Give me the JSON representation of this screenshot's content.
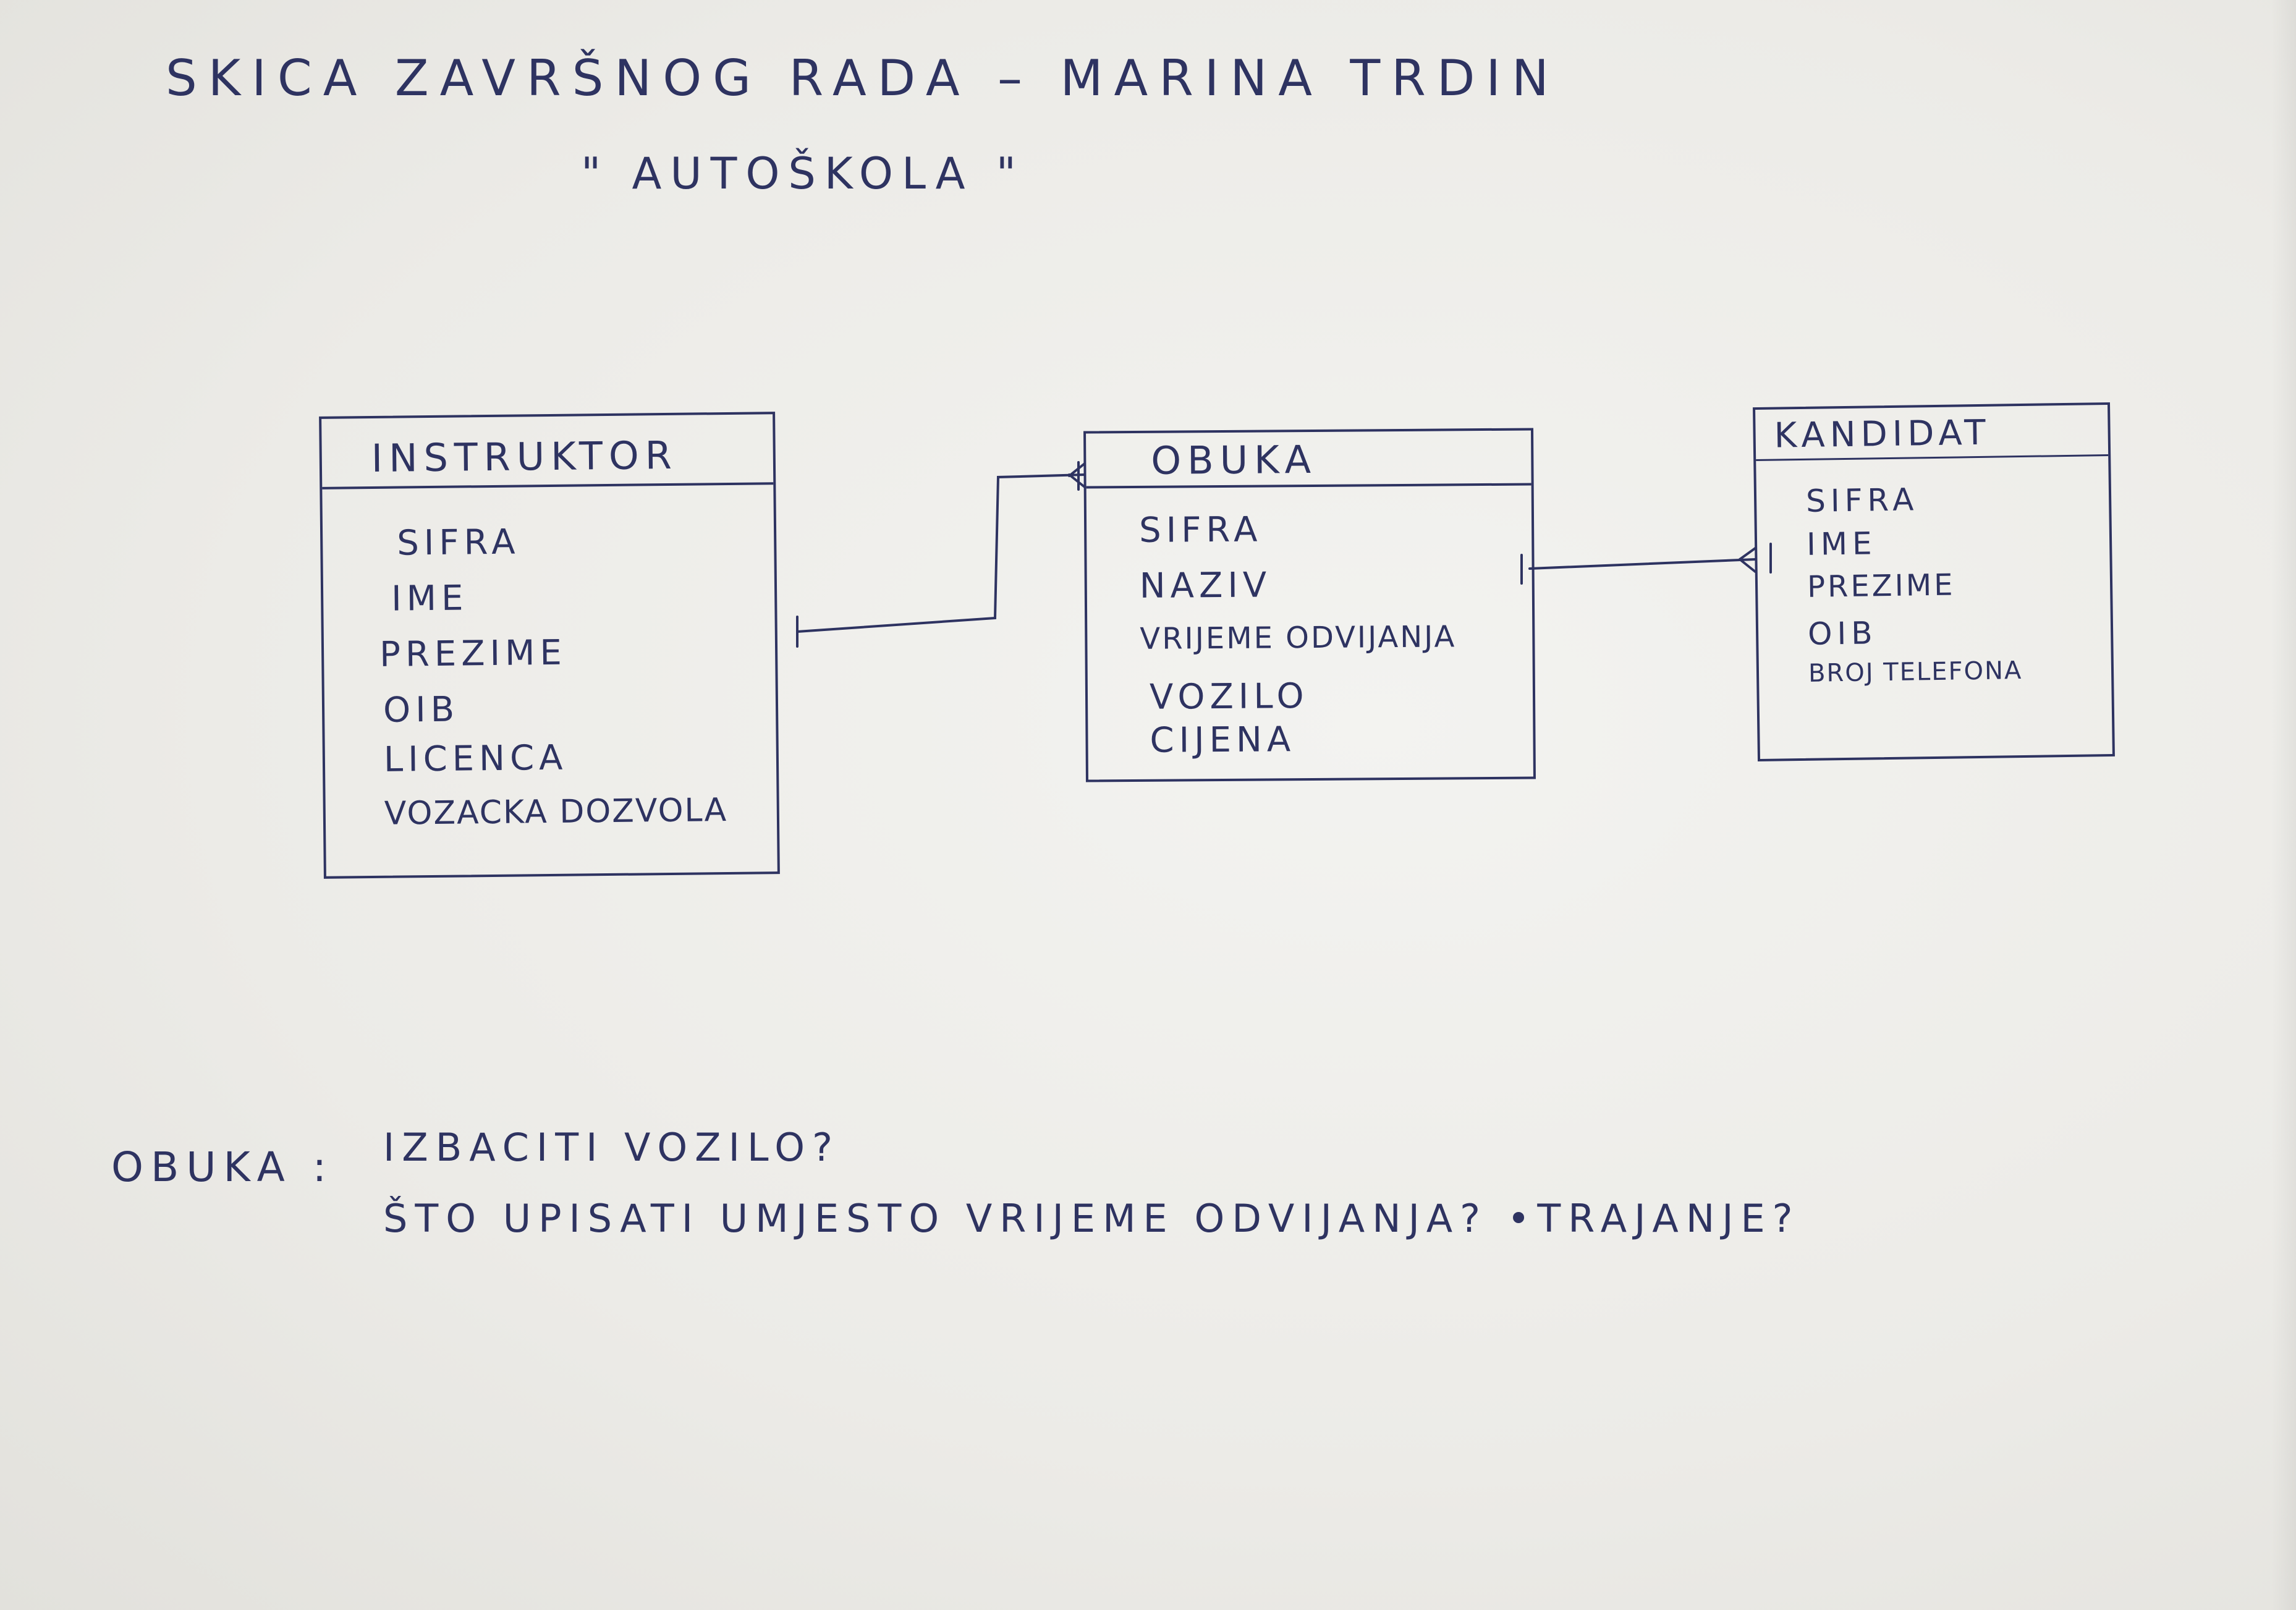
{
  "title": "SKICA ZAVRŠNOG RADA  – MARINA TRDIN",
  "subtitle": "\" AUTOŠKOLA \"",
  "entities": {
    "instruktor": {
      "name": "INSTRUKTOR",
      "attributes": [
        "SIFRA",
        "IME",
        "PREZIME",
        "OIB",
        "LICENCA",
        "VOZACKA DOZVOLA"
      ]
    },
    "obuka": {
      "name": "OBUKA",
      "attributes": [
        "SIFRA",
        "NAZIV",
        "VRIJEME ODVIJANJA",
        "VOZILO",
        "CIJENA"
      ]
    },
    "kandidat": {
      "name": "KANDIDAT",
      "attributes": [
        "SIFRA",
        "IME",
        "PREZIME",
        "OIB",
        "BROJ TELEFONA"
      ]
    }
  },
  "notes": {
    "label": "OBUKA :",
    "line1": "IZBACITI VOZILO?",
    "line2": "ŠTO UPISATI UMJESTO VRIJEME ODVIJANJA?  •TRAJANJE?"
  },
  "colors": {
    "ink": "#2e3361",
    "paper": "#eeeeeb"
  }
}
